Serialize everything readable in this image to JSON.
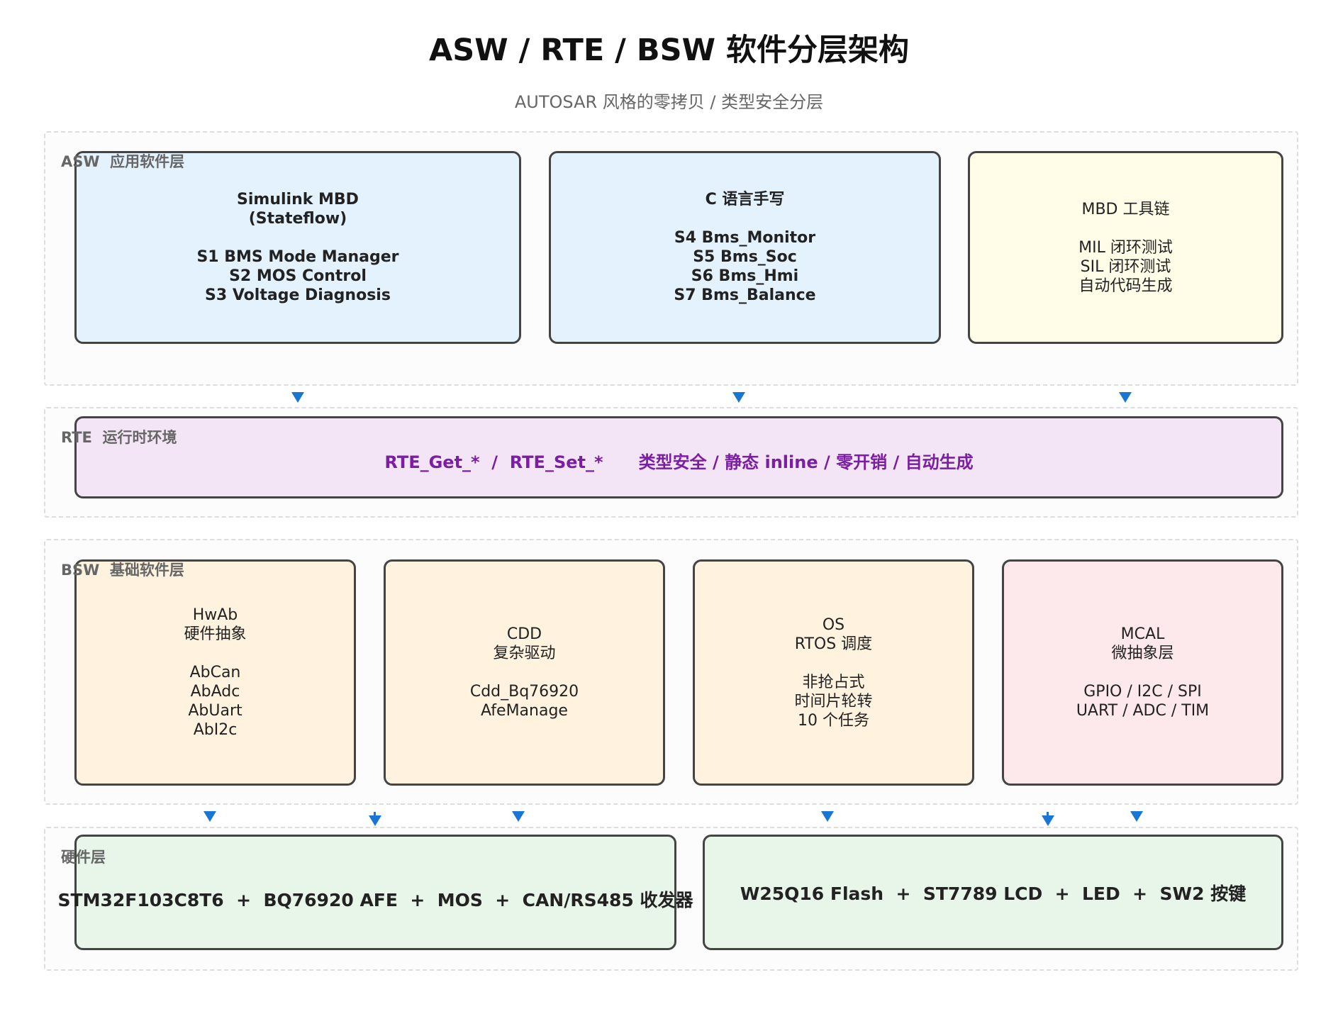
{
  "title": "ASW / RTE / BSW 软件分层架构",
  "subtitle": "AUTOSAR 风格的零拷贝 / 类型安全分层",
  "colors": {
    "arrow": "#1976d2",
    "rte_text": "#7b1fa2",
    "asw_box": "#e3f2fd",
    "mbd_box": "#fffde7",
    "rte_box": "#f3e5f5",
    "bsw_box": "#fff3e0",
    "mcal_box": "#fde8ec",
    "hw_box": "#e8f5e9"
  },
  "asw": {
    "label": "ASW  应用软件层",
    "simulink": "Simulink MBD\n(Stateflow)\n\nS1 BMS Mode Manager\nS2 MOS Control\nS3 Voltage Diagnosis",
    "c_code": "C 语言手写\n\nS4 Bms_Monitor\nS5 Bms_Soc\nS6 Bms_Hmi\nS7 Bms_Balance",
    "mbd": "MBD 工具链\n\nMIL 闭环测试\nSIL 闭环测试\n自动代码生成"
  },
  "rte": {
    "label": "RTE  运行时环境",
    "text": "RTE_Get_*  /  RTE_Set_*      类型安全 / 静态 inline / 零开销 / 自动生成"
  },
  "bsw": {
    "label": "BSW  基础软件层",
    "hwab": "HwAb\n硬件抽象\n\nAbCan\nAbAdc\nAbUart\nAbI2c",
    "cdd": "CDD\n复杂驱动\n\nCdd_Bq76920\nAfeManage",
    "os": "OS\nRTOS 调度\n\n非抢占式\n时间片轮转\n10 个任务",
    "mcal": "MCAL\n微抽象层\n\nGPIO / I2C / SPI\nUART / ADC / TIM"
  },
  "hw": {
    "label": "硬件层",
    "left": "STM32F103C8T6  +  BQ76920 AFE  +  MOS  +  CAN/RS485 收发器",
    "right": "W25Q16 Flash  +  ST7789 LCD  +  LED  +  SW2 按键"
  }
}
